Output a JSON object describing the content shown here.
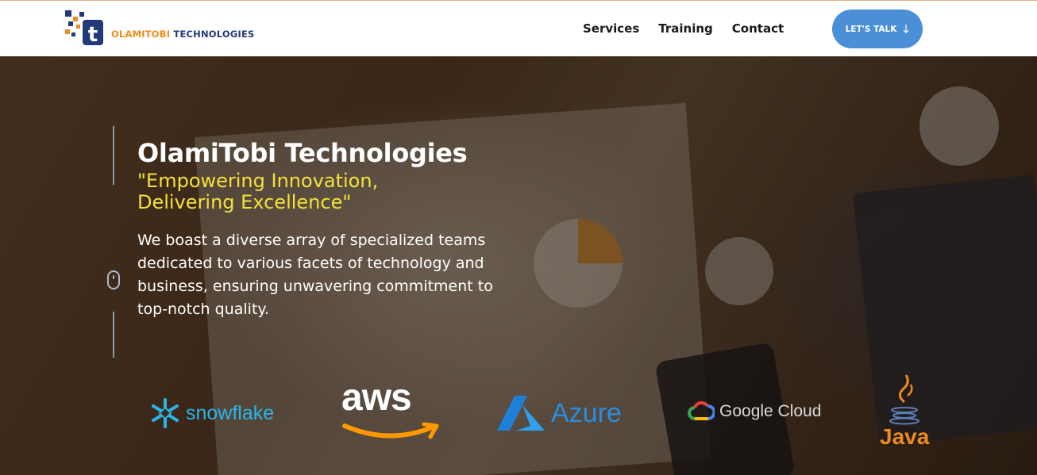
{
  "header": {
    "logo": {
      "text_accent": "OLAMITOBI",
      "text_main": "TECHNOLOGIES",
      "mark_letter": "t"
    },
    "nav": [
      {
        "label": "Services"
      },
      {
        "label": "Training"
      },
      {
        "label": "Contact"
      }
    ],
    "cta": {
      "label": "LET'S TALK",
      "icon": "arrow-down-icon"
    }
  },
  "hero": {
    "title": "OlamiTobi Technologies",
    "tagline": "\"Empowering Innovation, Delivering Excellence\"",
    "description": "We boast a diverse array of specialized teams dedicated to various facets of technology and business, ensuring unwavering commitment to top-notch quality.",
    "scroll_icon": "mouse-scroll-icon"
  },
  "brands": [
    {
      "name": "snowflake",
      "icon": "snowflake-icon"
    },
    {
      "name": "aws",
      "icon": "amazon-smile-arrow-icon"
    },
    {
      "name": "Azure",
      "icon": "azure-logo-icon"
    },
    {
      "name": "Google Cloud",
      "icon": "google-cloud-icon"
    },
    {
      "name": "Java",
      "icon": "java-cup-icon"
    }
  ],
  "colors": {
    "header_bg": "#ffffff",
    "cta_bg": "#4a8fd8",
    "tagline": "#f3e23a",
    "logo_orange": "#f08a1c",
    "logo_navy": "#233a7a"
  }
}
